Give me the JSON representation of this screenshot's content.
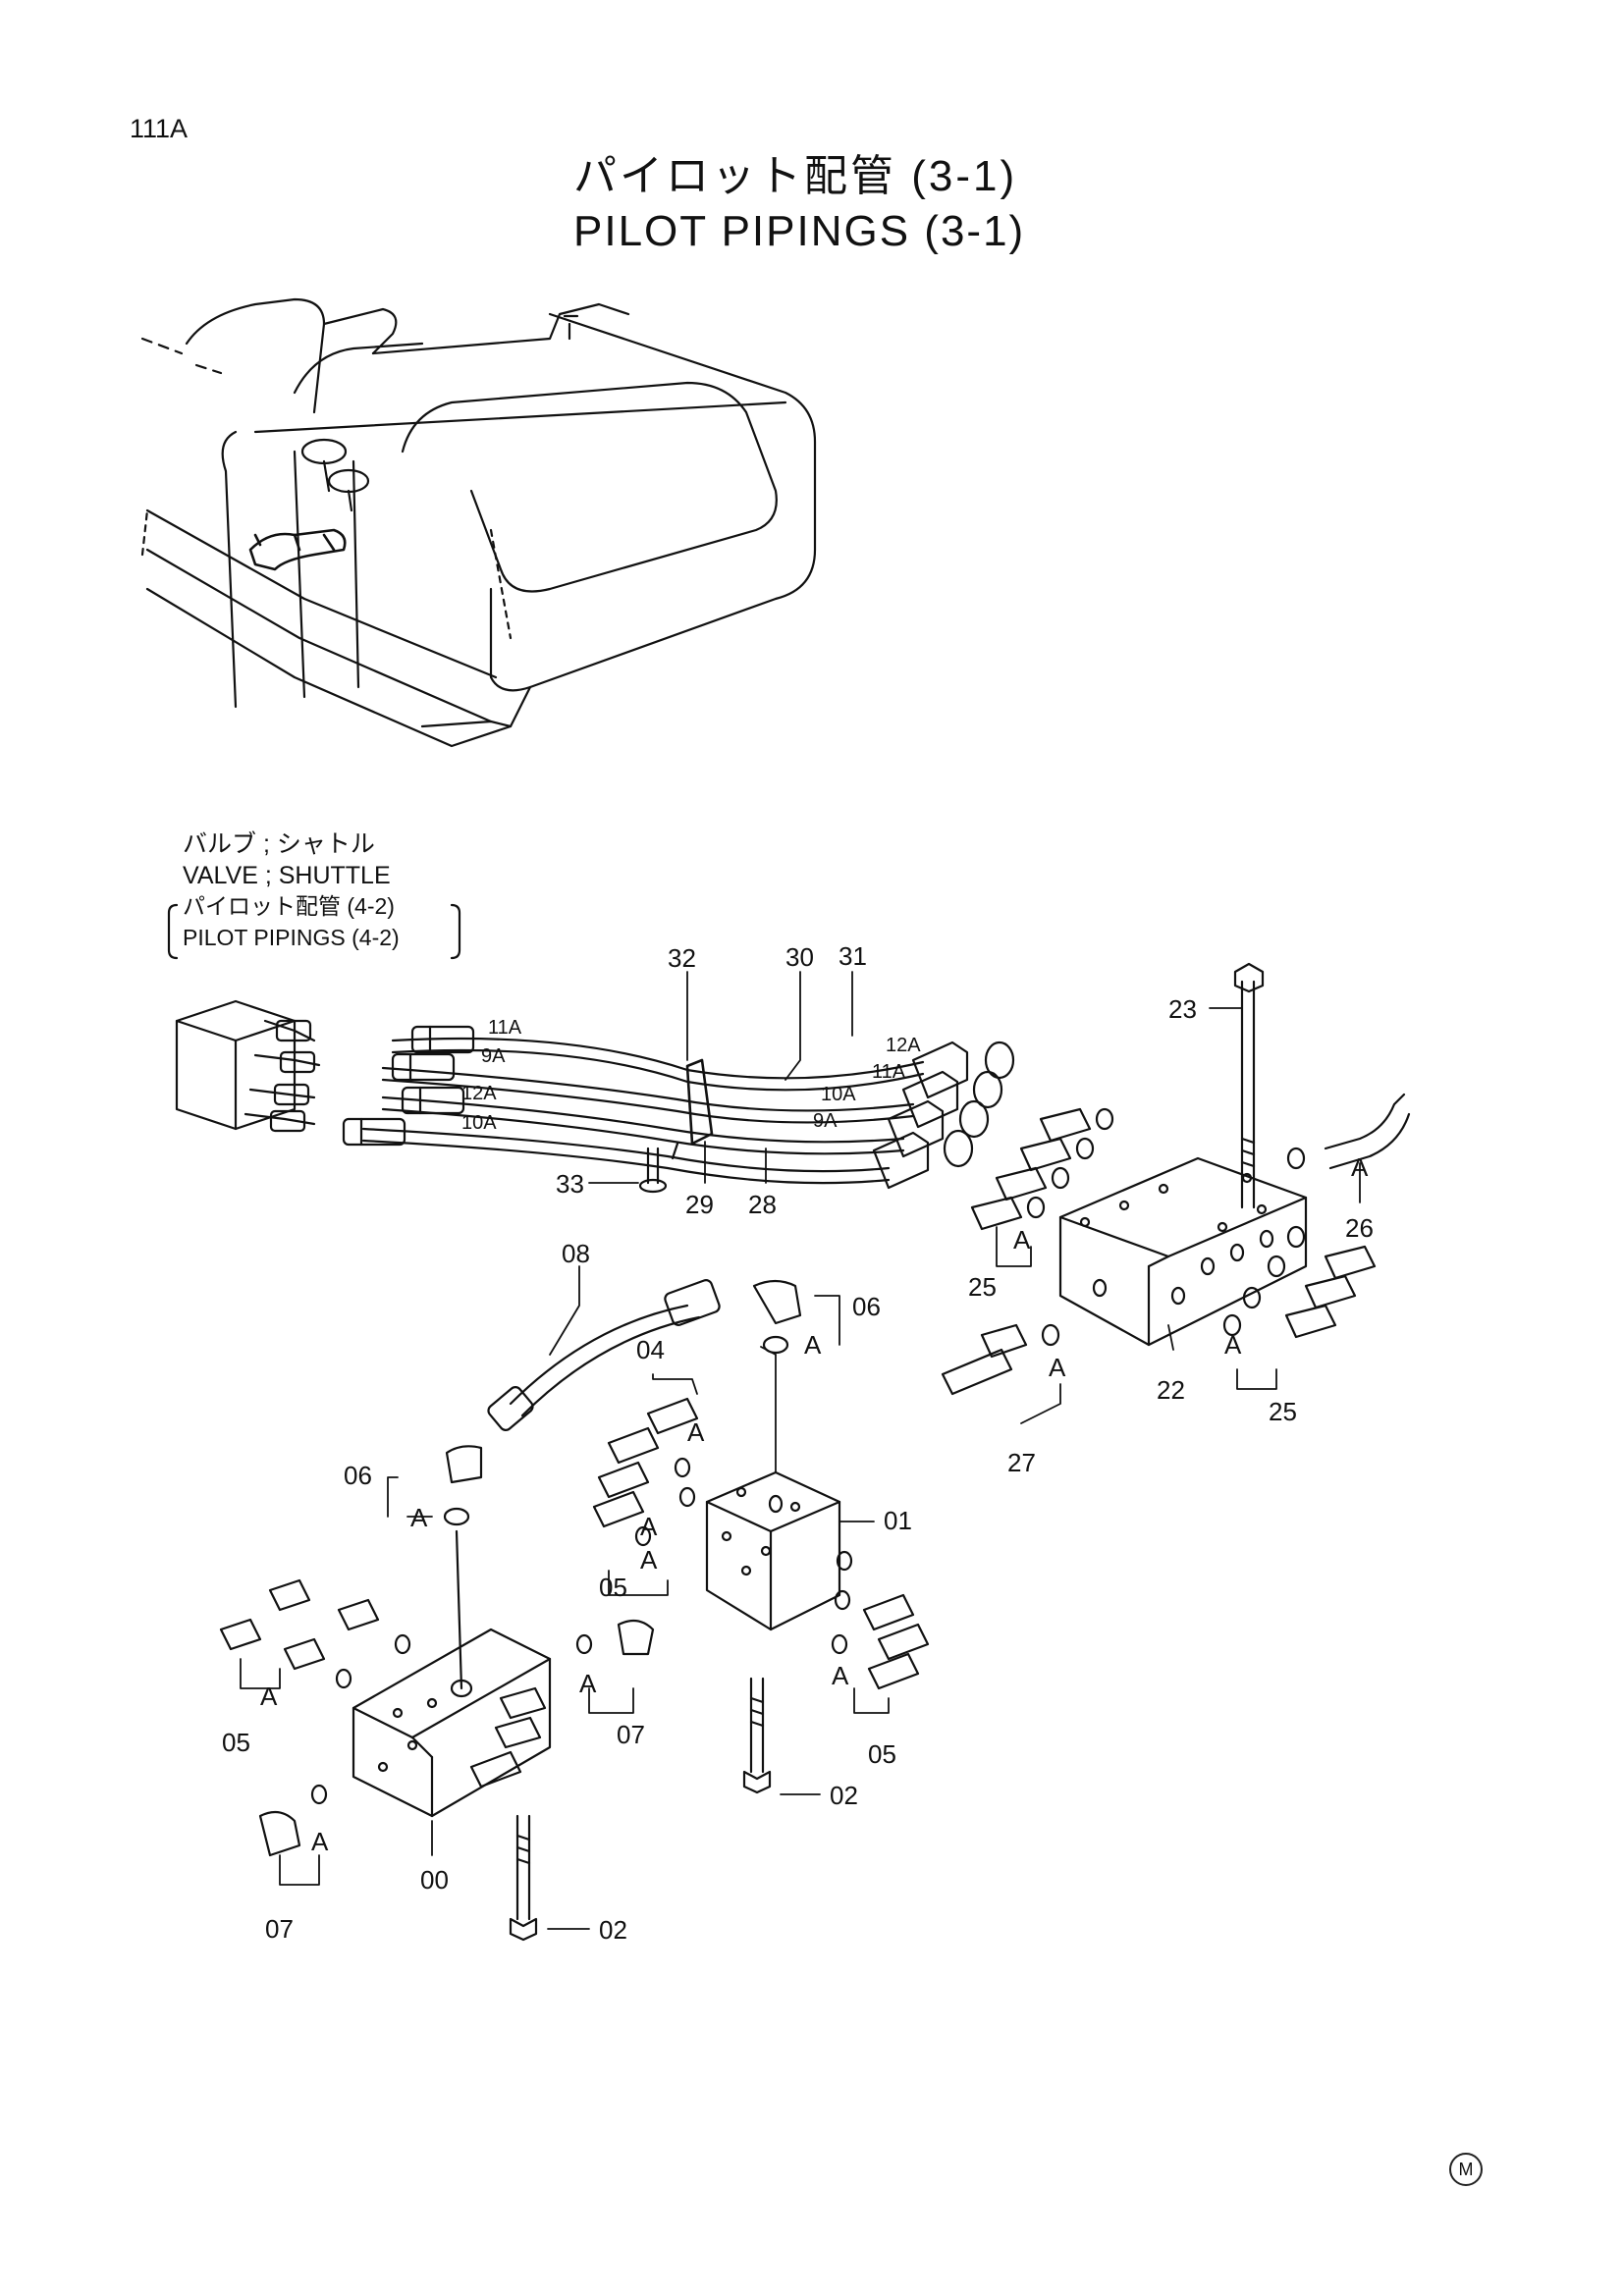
{
  "page_number": "111A",
  "title_jp": "パイロット配管 (3-1)",
  "title_en": "PILOT PIPINGS (3-1)",
  "reference": {
    "line1": "バルブ ; シャトル",
    "line2": "VALVE ; SHUTTLE",
    "line3": "パイロット配管 (4-2)",
    "line4": "PILOT PIPINGS (4-2)"
  },
  "part_numbers": {
    "p32": "32",
    "p30": "30",
    "p31": "31",
    "p23": "23",
    "p33": "33",
    "p29": "29",
    "p28": "28",
    "p26": "26",
    "p25a": "25",
    "p25b": "25",
    "p22": "22",
    "p27": "27",
    "p08": "08",
    "p06a": "06",
    "p06b": "06",
    "p04": "04",
    "p01": "01",
    "p05a": "05",
    "p05b": "05",
    "p05c": "05",
    "p07a": "07",
    "p07b": "07",
    "p00": "00",
    "p02a": "02",
    "p02b": "02"
  },
  "hose_labels": {
    "h11a_left": "11A",
    "h9a_left": "9A",
    "h12a_left": "12A",
    "h10a_left": "10A",
    "h12a_right": "12A",
    "h11a_right": "11A",
    "h10a_right": "10A",
    "h9a_right": "9A"
  },
  "detail_letter": "A",
  "mark": "M"
}
